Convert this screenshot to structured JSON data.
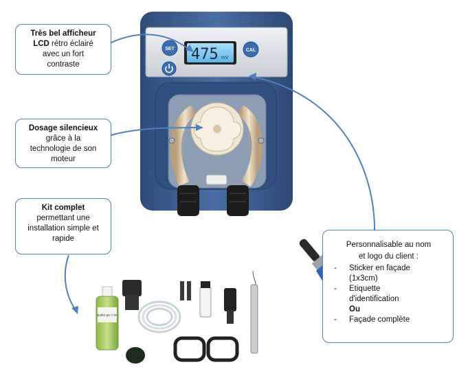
{
  "callouts": {
    "display": {
      "bold1": "Très bel afficheur",
      "bold2": "LCD",
      "rest1": " rétro éclairé",
      "line3": "avec un fort",
      "line4": "contraste"
    },
    "silent": {
      "bold": "Dosage silencieux",
      "line2": "grâce à la",
      "line3": "technologie de son",
      "line4": "moteur"
    },
    "kit": {
      "bold": "Kit complet",
      "line2": "permettant une",
      "line3": "installation simple et",
      "line4": "rapide"
    },
    "custom": {
      "head1": "Personnalisable au nom",
      "head2": "et logo du client :",
      "items": [
        {
          "dash": "-",
          "text": "Sticker en façade"
        },
        {
          "dash": "",
          "text": "(1x3cm)"
        },
        {
          "dash": "-",
          "text": "Etiquette"
        },
        {
          "dash": "",
          "text": "d'identification"
        },
        {
          "dash": "",
          "text": "Ou"
        },
        {
          "dash": "-",
          "text": "Façade complète"
        }
      ]
    }
  },
  "device": {
    "lcd_value": "475",
    "lcd_unit": "mV",
    "set_button": "SET",
    "cal_button": "CAL",
    "power_icon": "power-icon"
  },
  "kit_items": {
    "bottle_label": "Buffer pH 7.00"
  },
  "colors": {
    "accent": "#4f7fbd",
    "device_body": "#3d5f8d",
    "lcd": "#7cc8f0"
  }
}
